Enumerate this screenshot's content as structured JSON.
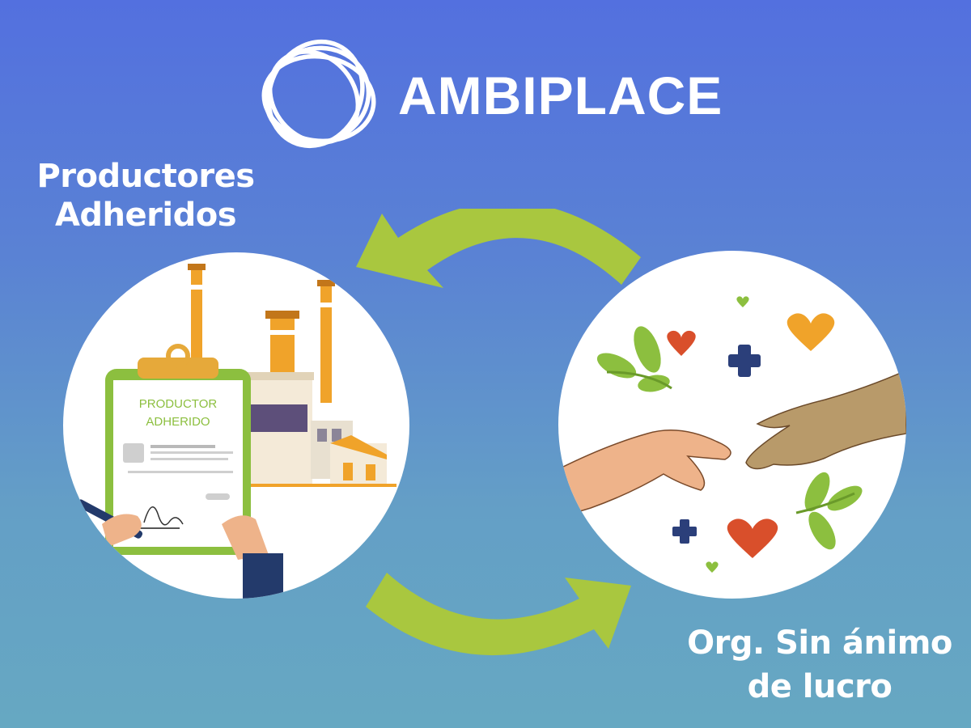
{
  "brand": {
    "name": "AMBIPLACE",
    "logo_icon": "scribble-circle-logo-icon"
  },
  "nodes": {
    "producers": {
      "label_line1": "Productores",
      "label_line2": "Adheridos",
      "clipboard_line1": "PRODUCTOR",
      "clipboard_line2": "ADHERIDO",
      "icons": [
        "factory-icon",
        "clipboard-icon",
        "pen-icon",
        "hand-icon"
      ]
    },
    "nonprofit": {
      "label_line1": "Org.  Sin ánimo",
      "label_line2": "de lucro",
      "icons": [
        "helping-hands-icon",
        "heart-icon",
        "plus-icon",
        "leaf-icon"
      ]
    }
  },
  "flow": {
    "top_arrow": "from nonprofit to producers",
    "bottom_arrow": "from producers to nonprofit"
  },
  "colors": {
    "background_top": "#5370df",
    "background_bottom": "#66a8c2",
    "arrow": "#a9c73f",
    "text": "#ffffff",
    "clipboard_green": "#8cbf3f",
    "chimney_orange": "#f0a32a",
    "heart_red": "#d94f2b",
    "plus_navy": "#2b3f7a"
  }
}
